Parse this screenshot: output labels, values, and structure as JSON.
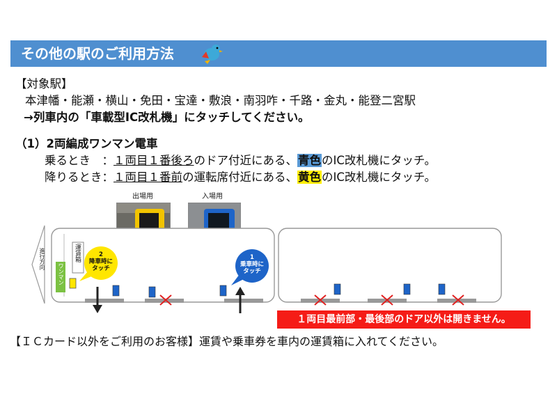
{
  "header": {
    "title": "その他の駅のご利用方法"
  },
  "target": {
    "heading": "【対象駅】",
    "stations": "本津幡・能瀬・横山・免田・宝達・敷浪・南羽咋・千路・金丸・能登二宮駅",
    "instruction": "→列車内の「車載型IC改札機」にタッチしてください。"
  },
  "section1": {
    "title": "（1）2両編成ワンマン電車",
    "boarding": {
      "label": "乗るとき　：",
      "location": "１両目１番後ろ",
      "mid": "のドア付近にある、",
      "color": "青色",
      "end": "のIC改札機にタッチ。"
    },
    "alighting": {
      "label": "降りるとき：",
      "location": "１両目１番前",
      "mid": "の運転席付近にある、",
      "color": "黄色",
      "end": "のIC改札機にタッチ。"
    }
  },
  "photos": {
    "exit_label": "出場用",
    "entry_label": "入場用"
  },
  "diagram": {
    "direction_label": "進行方向",
    "fare_box": "運賃箱",
    "wanman": "ワンマン",
    "bubble_exit": {
      "num": "2",
      "line1": "降車時に",
      "line2": "タッチ"
    },
    "bubble_entry": {
      "num": "1",
      "line1": "乗車時に",
      "line2": "タッチ"
    },
    "warning": "１両目最前部・最後部のドア以外は開きません。"
  },
  "footer": {
    "note": "【ＩＣカード以外をご利用のお客様】運賃や乗車券を車内の運賃箱に入れてください。"
  },
  "colors": {
    "banner": "#4f8fd0",
    "blue_reader": "#1e64c8",
    "yellow_reader": "#f2c400",
    "warning": "#f51c17"
  }
}
